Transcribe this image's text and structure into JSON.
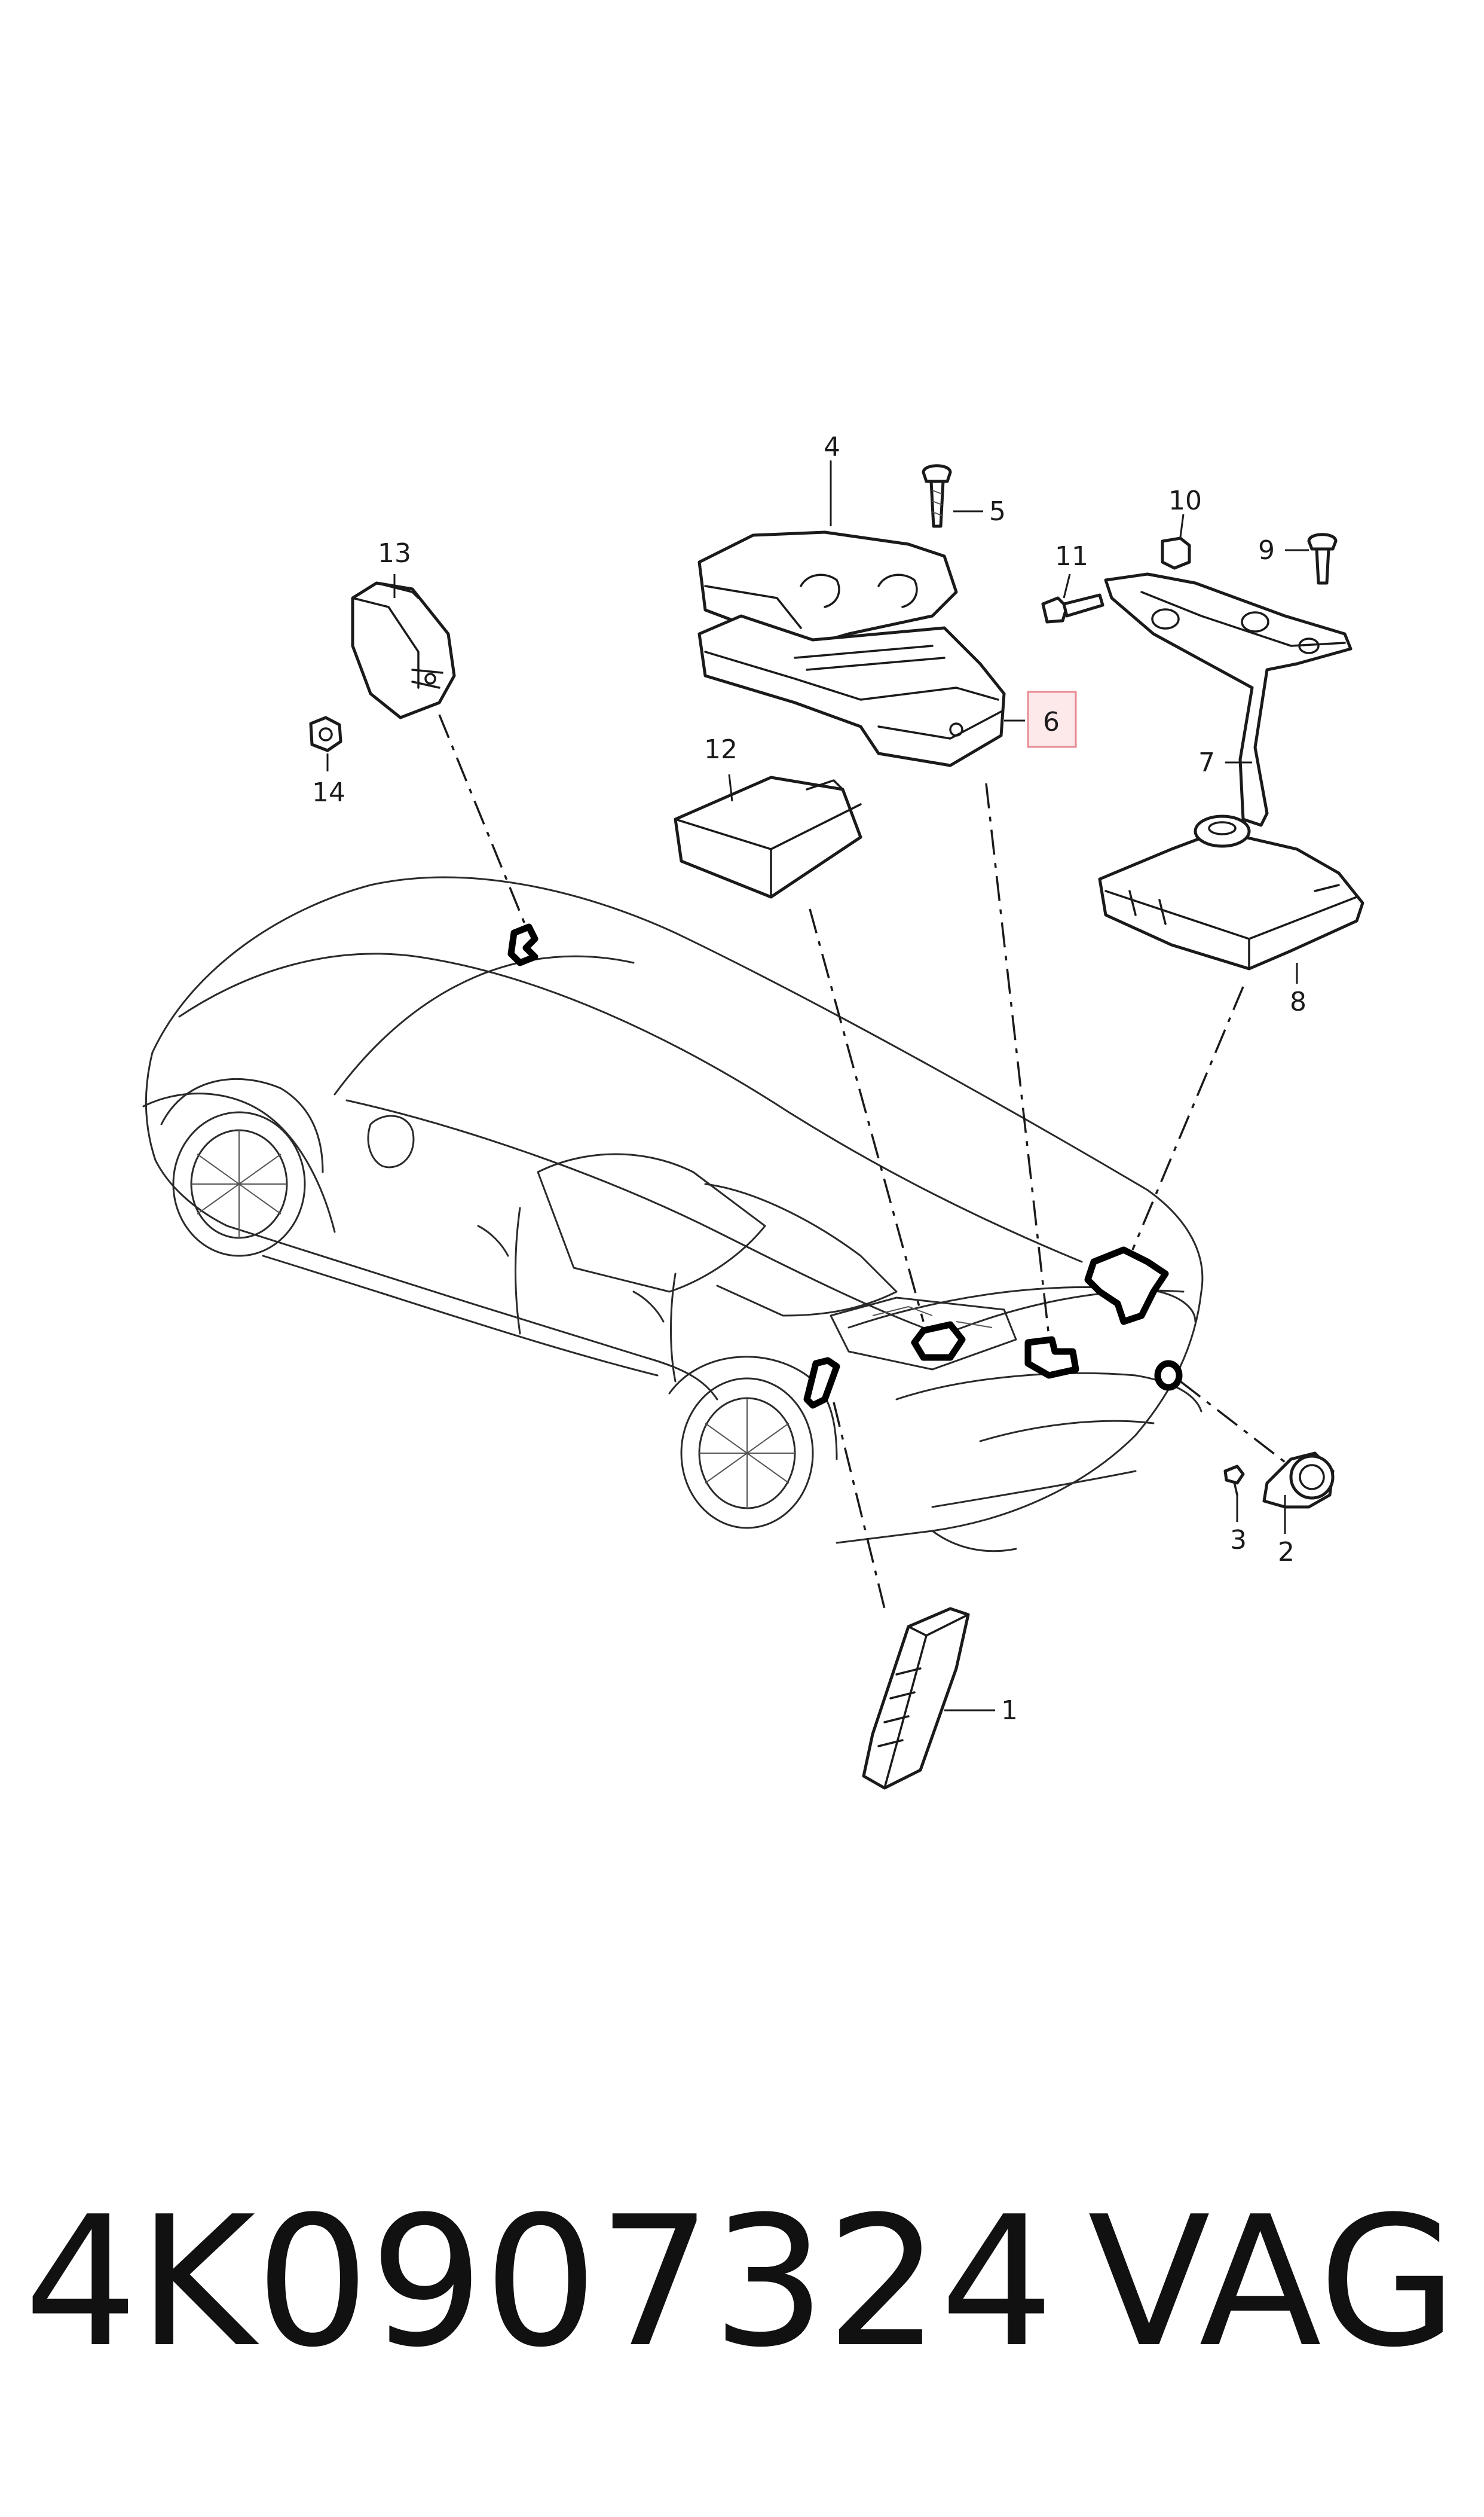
{
  "callouts": {
    "c1": "1",
    "c2": "2",
    "c3": "3",
    "c4": "4",
    "c5": "5",
    "c6": "6",
    "c7": "7",
    "c8": "8",
    "c9": "9",
    "c10": "10",
    "c11": "11",
    "c12": "12",
    "c13": "13",
    "c14": "14"
  },
  "highlighted_callout": "6",
  "footer": {
    "part_number": "4K0907324",
    "brand": "VAG"
  },
  "colors": {
    "ink": "#1a1a1a",
    "highlight_fill": "#fde8ea",
    "highlight_stroke": "#e88a93"
  }
}
